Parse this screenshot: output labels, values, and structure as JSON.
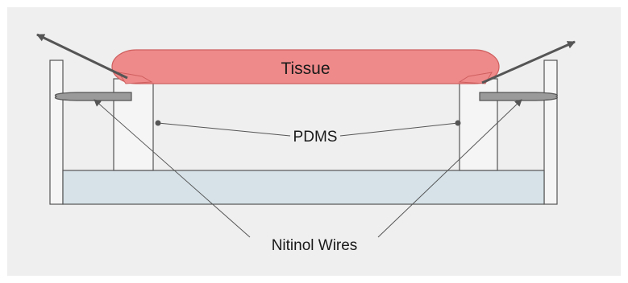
{
  "labels": {
    "tissue": "Tissue",
    "pdms": "PDMS",
    "wires": "Nitinol Wires"
  },
  "colors": {
    "panel_background": "#efefef",
    "tissue_fill": "#ef8a8a",
    "tissue_stroke": "#cf5f5f",
    "medium_fill": "#d6e2e8",
    "pdms_fill": "#f5f5f5",
    "structure_stroke": "#555555",
    "wire_fill": "#9a9a9a",
    "leader_line": "#555555",
    "force_arrow": "#555555"
  }
}
